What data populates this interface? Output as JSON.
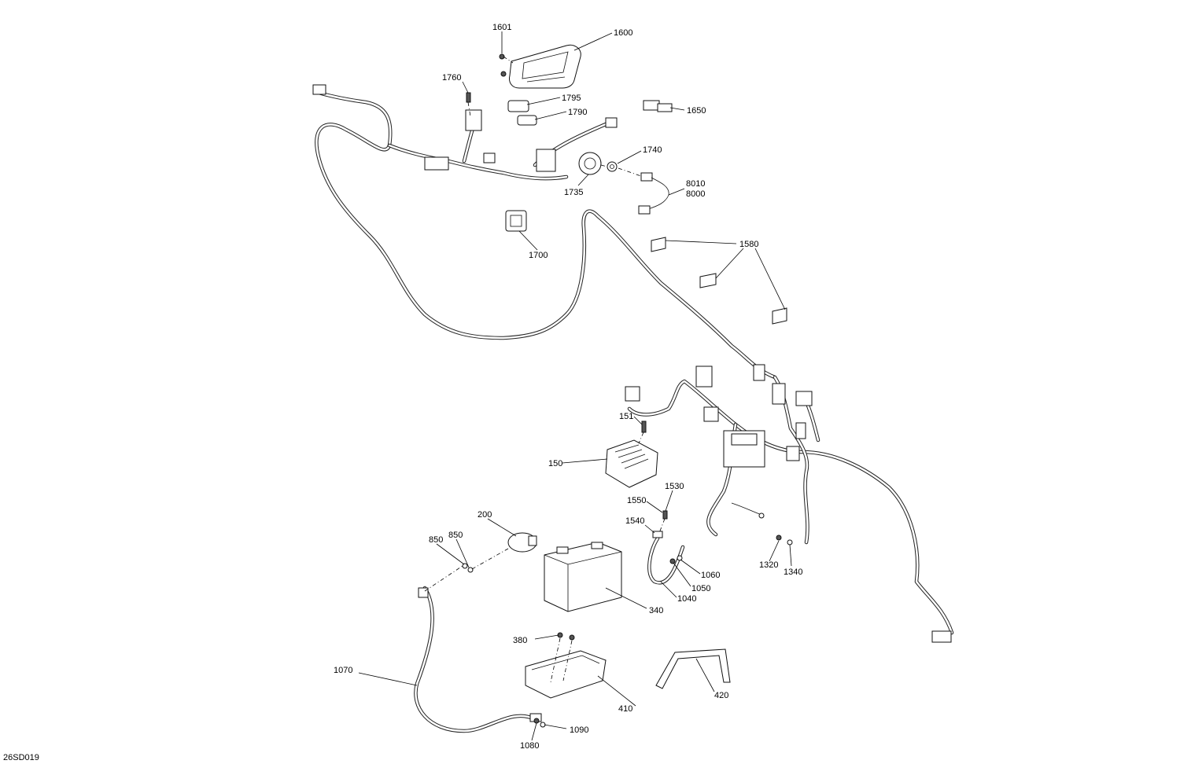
{
  "diagram_code": "26SD019",
  "callouts": {
    "c1601": "1601",
    "c1600": "1600",
    "c1760": "1760",
    "c1795": "1795",
    "c1790": "1790",
    "c1650": "1650",
    "c1740": "1740",
    "c1735": "1735",
    "c8010": "8010",
    "c8000": "8000",
    "c1700": "1700",
    "c1580": "1580",
    "c151": "151",
    "c150": "150",
    "c1530": "1530",
    "c1550": "1550",
    "c1540": "1540",
    "c200": "200",
    "c850a": "850",
    "c850b": "850",
    "c1060": "1060",
    "c1050": "1050",
    "c1040": "1040",
    "c1320": "1320",
    "c1340": "1340",
    "c340": "340",
    "c380": "380",
    "c1070": "1070",
    "c410": "410",
    "c420": "420",
    "c1090": "1090",
    "c1080": "1080"
  }
}
